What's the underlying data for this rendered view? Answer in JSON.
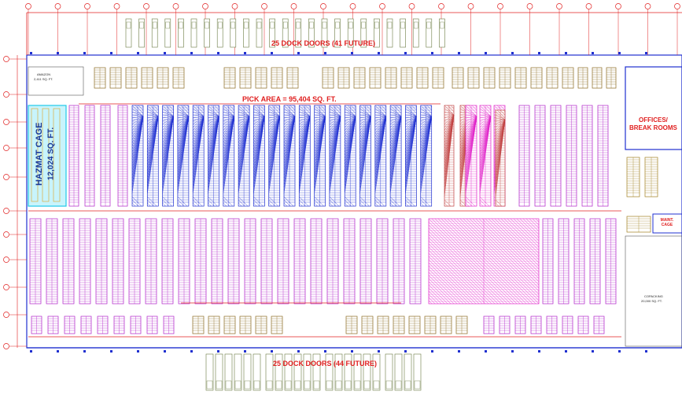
{
  "labels": {
    "top_dock": "25 DOCK DOORS (41 FUTURE)",
    "bottom_dock": "25 DOCK DOORS (44 FUTURE)",
    "pick_area": "PICK AREA = 95,404 SQ. FT.",
    "hazmat_title": "HAZMAT CAGE",
    "hazmat_area": "12,024 SQ. FT.",
    "offices": "OFFICES/",
    "break_rooms": "BREAK ROOMS",
    "maint_cage": "MAINT. CAGE",
    "amazon": "AMAZON",
    "amazon_area": "2,411 SQ. FT.",
    "copacking": "COPACKING",
    "copacking_area": "20,000 SQ. FT."
  },
  "colors": {
    "rack_purple": "#b020c8",
    "rack_blue": "#2030d0",
    "rack_magenta": "#e020c8",
    "rack_brown": "#8a6a20",
    "dock_red": "#e02020",
    "hazmat_cyan": "#20c8e8",
    "olive": "#708040",
    "grid": "#e02020"
  }
}
